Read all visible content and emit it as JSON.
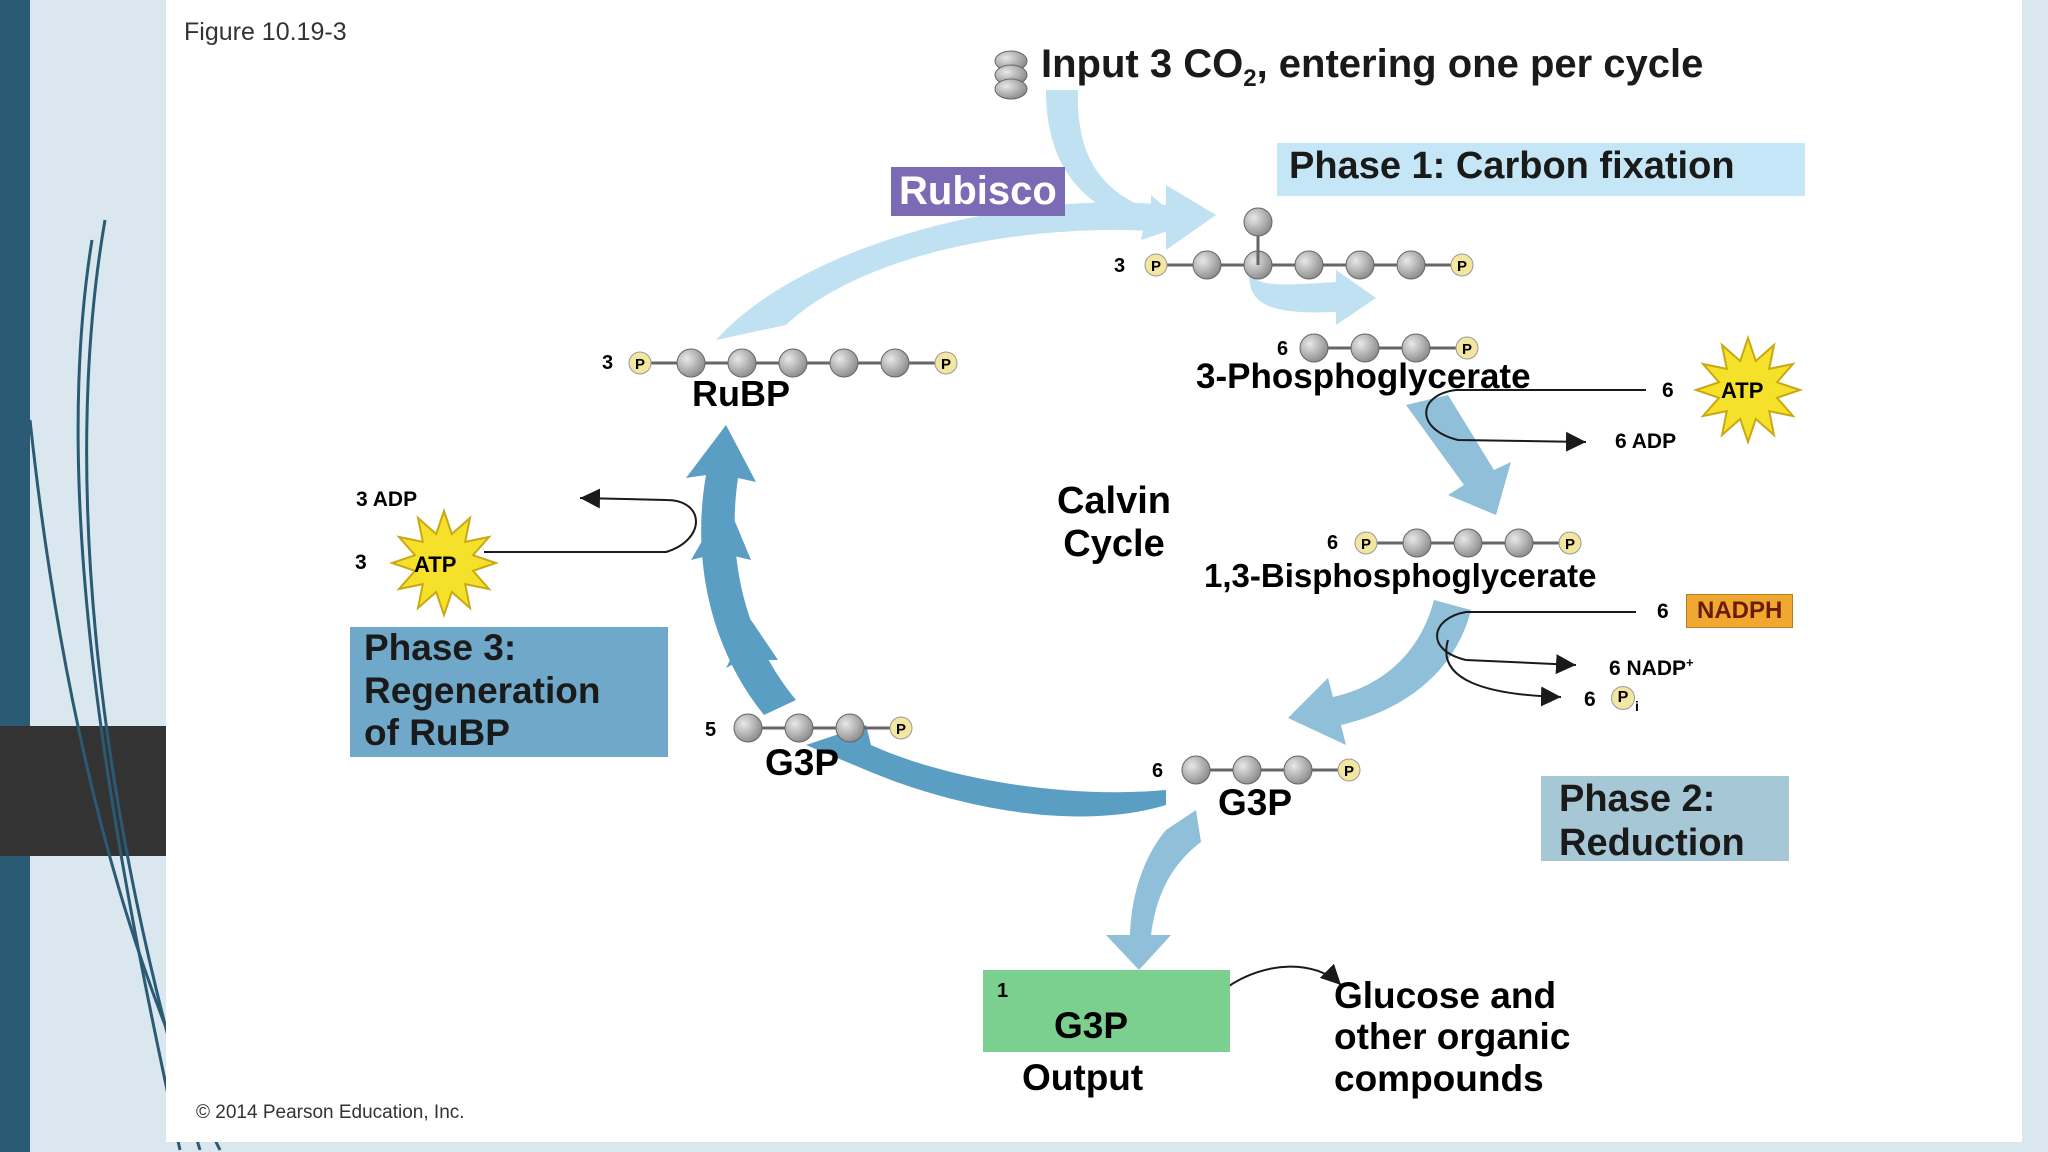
{
  "figure": {
    "label": "Figure 10.19-3",
    "copyright": "© 2014 Pearson Education, Inc."
  },
  "input": {
    "prefix": "Input 3 CO",
    "subscript": "2",
    "suffix": ", entering one per cycle"
  },
  "enzyme": "Rubisco",
  "cycle_title": [
    "Calvin",
    "Cycle"
  ],
  "phases": {
    "phase1": "Phase 1: Carbon fixation",
    "phase2": [
      "Phase 2:",
      "Reduction"
    ],
    "phase3": [
      "Phase 3:",
      "Regeneration",
      "of RuBP"
    ]
  },
  "molecules": {
    "intermediate_count": "3",
    "pga_count": "6",
    "pga_label": "3-Phosphoglycerate",
    "bpg_count": "6",
    "bpg_label": "1,3-Bisphosphoglycerate",
    "g3p6_count": "6",
    "g3p6_label": "G3P",
    "g3p5_count": "5",
    "g3p5_label": "G3P",
    "rubp_count": "3",
    "rubp_label": "RuBP",
    "out_count": "1",
    "out_label": "G3P",
    "phosphate": "P"
  },
  "energy": {
    "atp_in_label": "ATP",
    "atp1_count": "6",
    "adp1": "6 ADP",
    "nadph_count": "6",
    "nadph_label": "NADPH",
    "nadp": "6 NADP",
    "nadp_sup": "+",
    "pi_count": "6",
    "pi_label": "P",
    "pi_sub": "i",
    "atp3_count": "3",
    "adp3": "3 ADP"
  },
  "output": {
    "label": "Output",
    "destination": [
      "Glucose and",
      "other organic",
      "compounds"
    ]
  },
  "colors": {
    "slide_dark_blue": "#2a5a74",
    "slide_gray": "#333333",
    "arrow_blue_light": "#bfe1f2",
    "arrow_blue_mid": "#8fbfd9",
    "arrow_blue_dark": "#5a9ec4",
    "phase1_box": "#c4e6f6",
    "phase2_box": "#a6c7d6",
    "phase3_box": "#6fa8c9",
    "rubisco_box": "#7b6bb4",
    "nadph_box": "#f0a830",
    "output_box": "#7bcf8f",
    "atp_star": "#f5e12a",
    "carbon_ball": "#a8a8a8",
    "phosphate_ball": "#f2e6a0"
  }
}
